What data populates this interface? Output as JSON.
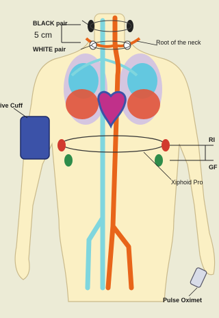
{
  "labels": {
    "black_pair": "BLACK pair",
    "spacing": "5 cm",
    "white_pair": "WHITE pair",
    "root_of_neck": "Root of the neck",
    "cuff": "ive Cuff",
    "right_cut": "RI",
    "green_cut": "GF",
    "xiphoid": "Xiphoid Pro",
    "pulse_oximeter": "Pulse Oximet"
  },
  "colors": {
    "background": "#ecebd6",
    "skin": "#fbf0c4",
    "artery": "#e8651a",
    "vein": "#7fd6de",
    "cuff": "#3b52a8",
    "electrode_red": "#d13a2e",
    "electrode_green": "#2e8c4a",
    "electrode_black": "#222222",
    "lung_blue": "#56c8e0",
    "lung_red": "#e2553a",
    "lung_halo": "#b8a8e0",
    "heart": "#c0308a"
  }
}
